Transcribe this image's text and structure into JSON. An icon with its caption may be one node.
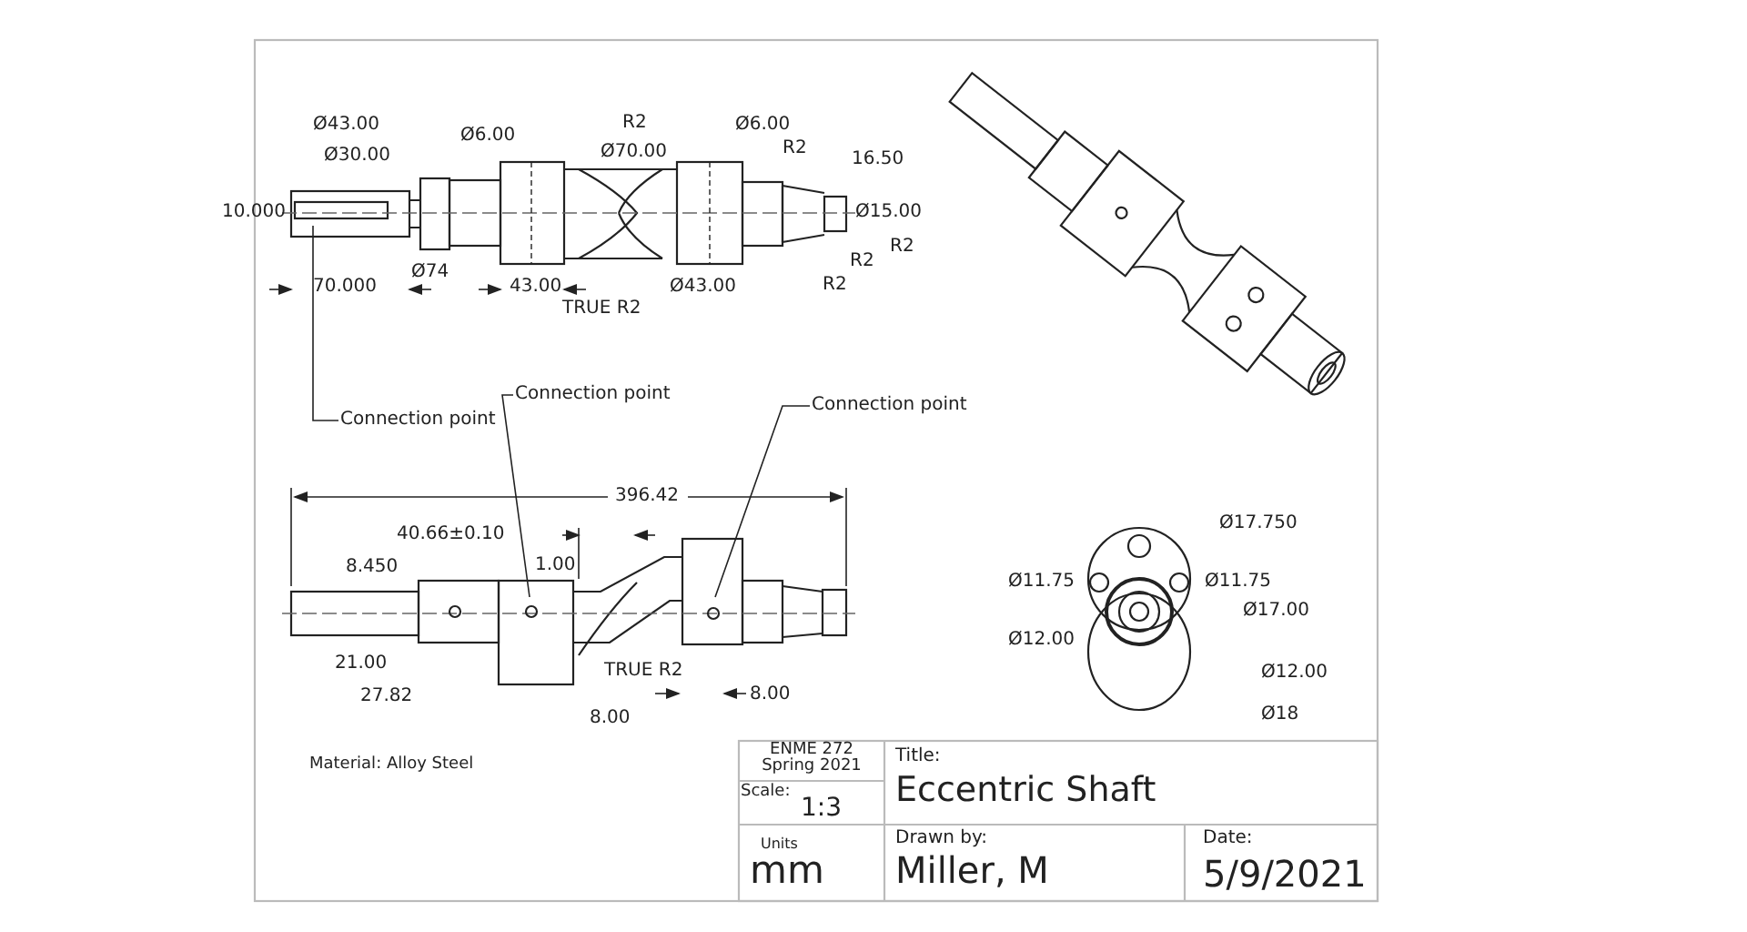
{
  "diagram": {
    "nodes": [
      {
        "text": [
          "Connection point"
        ]
      },
      {
        "text": [
          "Connection point"
        ]
      },
      {
        "text": [
          "Connection point"
        ]
      }
    ],
    "edges": [
      {
        "from": 0,
        "to": null,
        "arrow": "none"
      },
      {
        "from": 1,
        "to": null,
        "arrow": "none"
      },
      {
        "from": 2,
        "to": null,
        "arrow": "none"
      }
    ],
    "labels": [
      "Ø43.00",
      "Ø6.00",
      "R2",
      "Ø6.00",
      "Ø30.00",
      "Ø70.00",
      "R2",
      "16.50",
      "10.000",
      "Ø15.00",
      "R2",
      "R2",
      "R2",
      "Ø74",
      "70.000",
      "43.00",
      "Ø43.00",
      "TRUE R2",
      "396.42",
      "40.66±0.10",
      "8.450",
      "1.00",
      "21.00",
      "TRUE R2",
      "27.82",
      "8.00",
      "8.00",
      "Ø17.750",
      "Ø11.75",
      "Ø11.75",
      "Ø17.00",
      "Ø12.00",
      "Ø12.00",
      "Ø18",
      "Material: Alloy Steel",
      "ENME 272 Spring 2021",
      "Scale:",
      "1:3",
      "Title:",
      "Eccentric Shaft",
      "Units",
      "mm",
      "Drawn by:",
      "Miller, M",
      "Date:",
      "5/9/2021"
    ]
  }
}
